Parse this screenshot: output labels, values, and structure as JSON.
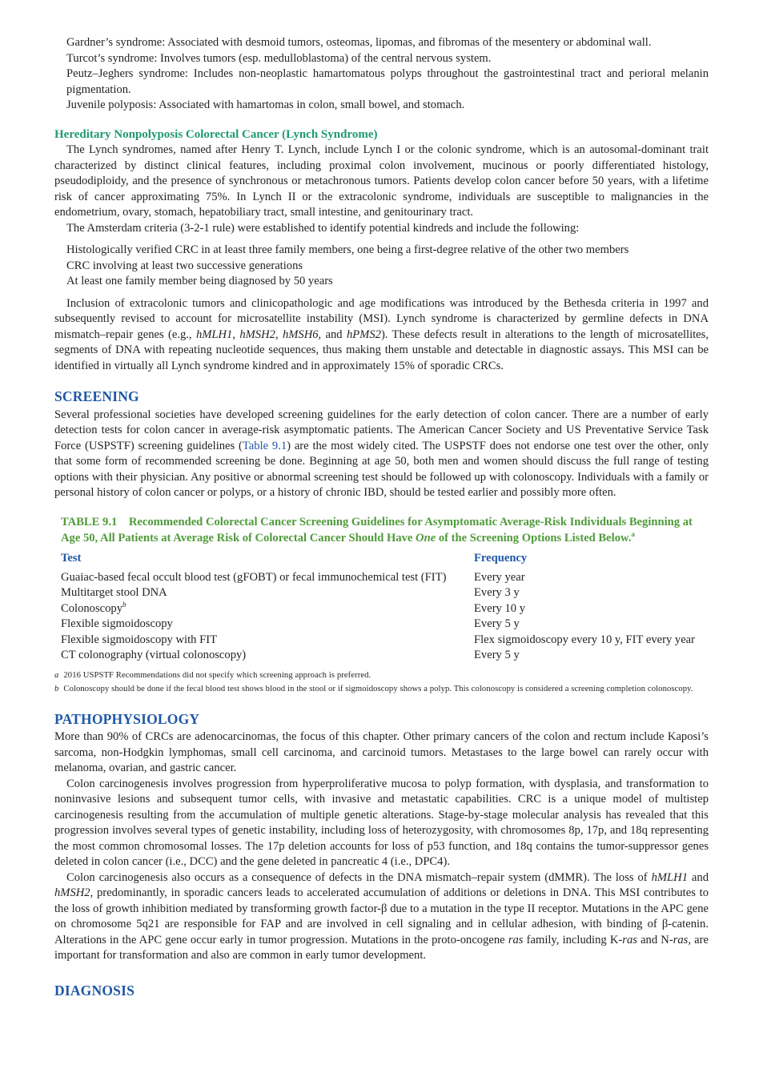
{
  "syndromes": [
    "Gardner’s syndrome: Associated with desmoid tumors, osteomas, lipomas, and fibromas of the mesentery or abdominal wall.",
    "Turcot’s syndrome: Involves tumors (esp. medulloblastoma) of the central nervous system.",
    "Peutz–Jeghers syndrome: Includes non-neoplastic hamartomatous polyps throughout the gastrointestinal tract and perioral melanin pigmentation.",
    "Juvenile polyposis: Associated with hamartomas in colon, small bowel, and stomach."
  ],
  "lynch": {
    "heading": "Hereditary Nonpolyposis Colorectal Cancer (Lynch Syndrome)",
    "para1": "The Lynch syndromes, named after Henry T. Lynch, include Lynch I or the colonic syndrome, which is an autosomal-dominant trait characterized by distinct clinical features, including proximal colon involvement, mucinous or poorly differentiated histology, pseudodiploidy, and the presence of synchronous or metachronous tumors. Patients develop colon cancer before 50 years, with a lifetime risk of cancer approximating 75%. In Lynch II or the extracolonic syndrome, individuals are susceptible to malignancies in the endometrium, ovary, stomach, hepatobiliary tract, small intestine, and genitourinary tract.",
    "para2": "The Amsterdam criteria (3-2-1 rule) were established to identify potential kindreds and include the following:",
    "criteria": [
      "Histologically verified CRC in at least three family members, one being a first-degree relative of the other two members",
      "CRC involving at least two successive generations",
      "At least one family member being diagnosed by 50 years"
    ],
    "para3_a": "Inclusion of extracolonic tumors and clinicopathologic and age modifications was introduced by the Bethesda criteria in 1997 and subsequently revised to account for microsatellite instability (MSI). Lynch syndrome is characterized by germline defects in DNA mismatch–repair genes (e.g., ",
    "gene1": "hMLH1",
    "gene2": "hMSH2",
    "gene3": "hMSH6",
    "gene4": "hPMS2",
    "para3_b": "). These defects result in alterations to the length of microsatellites, segments of DNA with repeating nucleotide sequences, thus making them unstable and detectable in diagnostic assays. This MSI can be identified in virtually all Lynch syndrome kindred and in approximately 15% of sporadic CRCs."
  },
  "screening": {
    "heading": "SCREENING",
    "para_a": "Several professional societies have developed screening guidelines for the early detection of colon cancer. There are a number of early detection tests for colon cancer in average-risk asymptomatic patients. The American Cancer Society and US Preventative Service Task Force (USPSTF) screening guidelines (",
    "table_ref": "Table 9.1",
    "para_b": ") are the most widely cited. The USPSTF does not endorse one test over the other, only that some form of recommended screening be done. Beginning at age 50, both men and women should discuss the full range of testing options with their physician. Any positive or abnormal screening test should be followed up with colonoscopy. Individuals with a family or personal history of colon cancer or polyps, or a history of chronic IBD, should be tested earlier and possibly more often."
  },
  "table": {
    "number": "TABLE 9.1",
    "title_a": "Recommended Colorectal Cancer Screening Guidelines for Asymptomatic Average-Risk Individuals Beginning at Age 50, All Patients at Average Risk of Colorectal Cancer Should Have ",
    "title_em": "One",
    "title_b": " of the Screening Options Listed Below.",
    "title_sup": "a",
    "col_test": "Test",
    "col_freq": "Frequency",
    "rows": [
      {
        "test": "Guaiac-based fecal occult blood test (gFOBT) or fecal immunochemical test (FIT)",
        "sup": "",
        "freq": "Every year"
      },
      {
        "test": "Multitarget stool DNA",
        "sup": "",
        "freq": "Every 3 y"
      },
      {
        "test": "Colonoscopy",
        "sup": "b",
        "freq": "Every 10 y"
      },
      {
        "test": "Flexible sigmoidoscopy",
        "sup": "",
        "freq": "Every 5 y"
      },
      {
        "test": "Flexible sigmoidoscopy with FIT",
        "sup": "",
        "freq": "Flex sigmoidoscopy every 10 y, FIT every year"
      },
      {
        "test": "CT colonography (virtual colonoscopy)",
        "sup": "",
        "freq": "Every 5 y"
      }
    ],
    "notes": [
      {
        "mark": "a",
        "text": "2016 USPSTF Recommendations did not specify which screening approach is preferred."
      },
      {
        "mark": "b",
        "text": "Colonoscopy should be done if the fecal blood test shows blood in the stool or if sigmoidoscopy shows a polyp. This colonoscopy is considered a screening completion colonoscopy."
      }
    ]
  },
  "patho": {
    "heading": "PATHOPHYSIOLOGY",
    "para1": "More than 90% of CRCs are adenocarcinomas, the focus of this chapter. Other primary cancers of the colon and rectum include Kaposi’s sarcoma, non-Hodgkin lymphomas, small cell carcinoma, and carcinoid tumors. Metastases to the large bowel can rarely occur with melanoma, ovarian, and gastric cancer.",
    "para2": "Colon carcinogenesis involves progression from hyperproliferative mucosa to polyp formation, with dysplasia, and transformation to noninvasive lesions and subsequent tumor cells, with invasive and metastatic capabilities. CRC is a unique model of multistep carcinogenesis resulting from the accumulation of multiple genetic alterations. Stage-by-stage molecular analysis has revealed that this progression involves several types of genetic instability, including loss of heterozygosity, with chromosomes 8p, 17p, and 18q representing the most common chromosomal losses. The 17p deletion accounts for loss of p53 function, and 18q contains the tumor-suppressor genes deleted in colon cancer (i.e., DCC) and the gene deleted in pancreatic 4 (i.e., DPC4).",
    "para3_a": "Colon carcinogenesis also occurs as a consequence of defects in the DNA mismatch–repair system (dMMR). The loss of ",
    "gene1": "hMLH1",
    "para3_and": " and ",
    "gene2": "hMSH2",
    "para3_b": ", predominantly, in sporadic cancers leads to accelerated accumulation of additions or deletions in DNA. This MSI contributes to the loss of growth inhibition mediated by transforming growth factor-β due to a mutation in the type II receptor. Mutations in the APC gene on chromosome 5q21 are responsible for FAP and are involved in cell signaling and in cellular adhesion, with binding of β-catenin. Alterations in the APC gene occur early in tumor progression. Mutations in the proto-oncogene ",
    "ras1": "ras",
    "para3_c": " family, including K-",
    "ras2": "ras",
    "para3_d": " and N-",
    "ras3": "ras",
    "para3_e": ", are important for transformation and also are common in early tumor development."
  },
  "diagnosis": {
    "heading": "DIAGNOSIS"
  }
}
